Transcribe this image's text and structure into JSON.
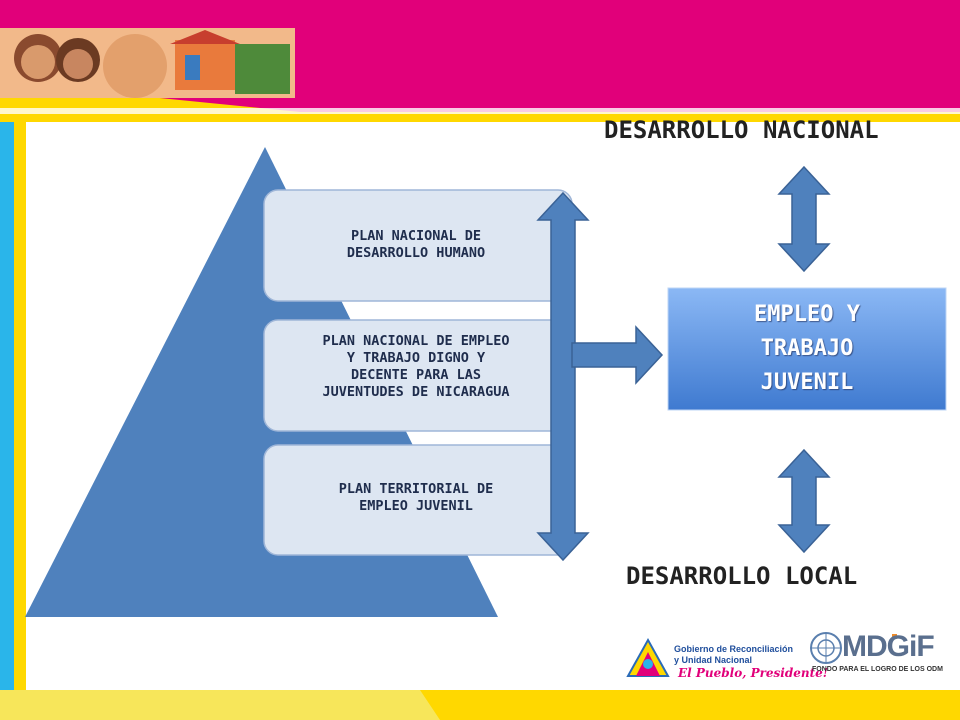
{
  "colors": {
    "magenta": "#e1007a",
    "yellow": "#ffd800",
    "cyan": "#2ab5ea",
    "pyramid": "#4f81bd",
    "box_fill": "#dde6f2",
    "arrow": "#4f81bd",
    "center_box": "#5a93e0"
  },
  "diagram": {
    "plans": [
      {
        "lines": [
          "PLAN NACIONAL DE",
          "DESARROLLO HUMANO"
        ]
      },
      {
        "lines": [
          "PLAN NACIONAL DE EMPLEO",
          "Y TRABAJO DIGNO Y",
          "DECENTE PARA LAS",
          "JUVENTUDES DE NICARAGUA"
        ]
      },
      {
        "lines": [
          "PLAN TERRITORIAL DE",
          "EMPLEO JUVENIL"
        ]
      }
    ],
    "center_box": {
      "lines": [
        "EMPLEO Y",
        "TRABAJO",
        "JUVENIL"
      ]
    },
    "top_label": "DESARROLLO NACIONAL",
    "bottom_label": "DESARROLLO LOCAL"
  },
  "footer": {
    "gov_line1": "Gobierno de Reconciliación",
    "gov_line2": "y Unidad Nacional",
    "gov_slogan": "El Pueblo, Presidente!",
    "mdg_main": "MDG",
    "mdg_f": "F",
    "mdg_sub": "FONDO PARA EL LOGRO DE LOS ODM"
  }
}
